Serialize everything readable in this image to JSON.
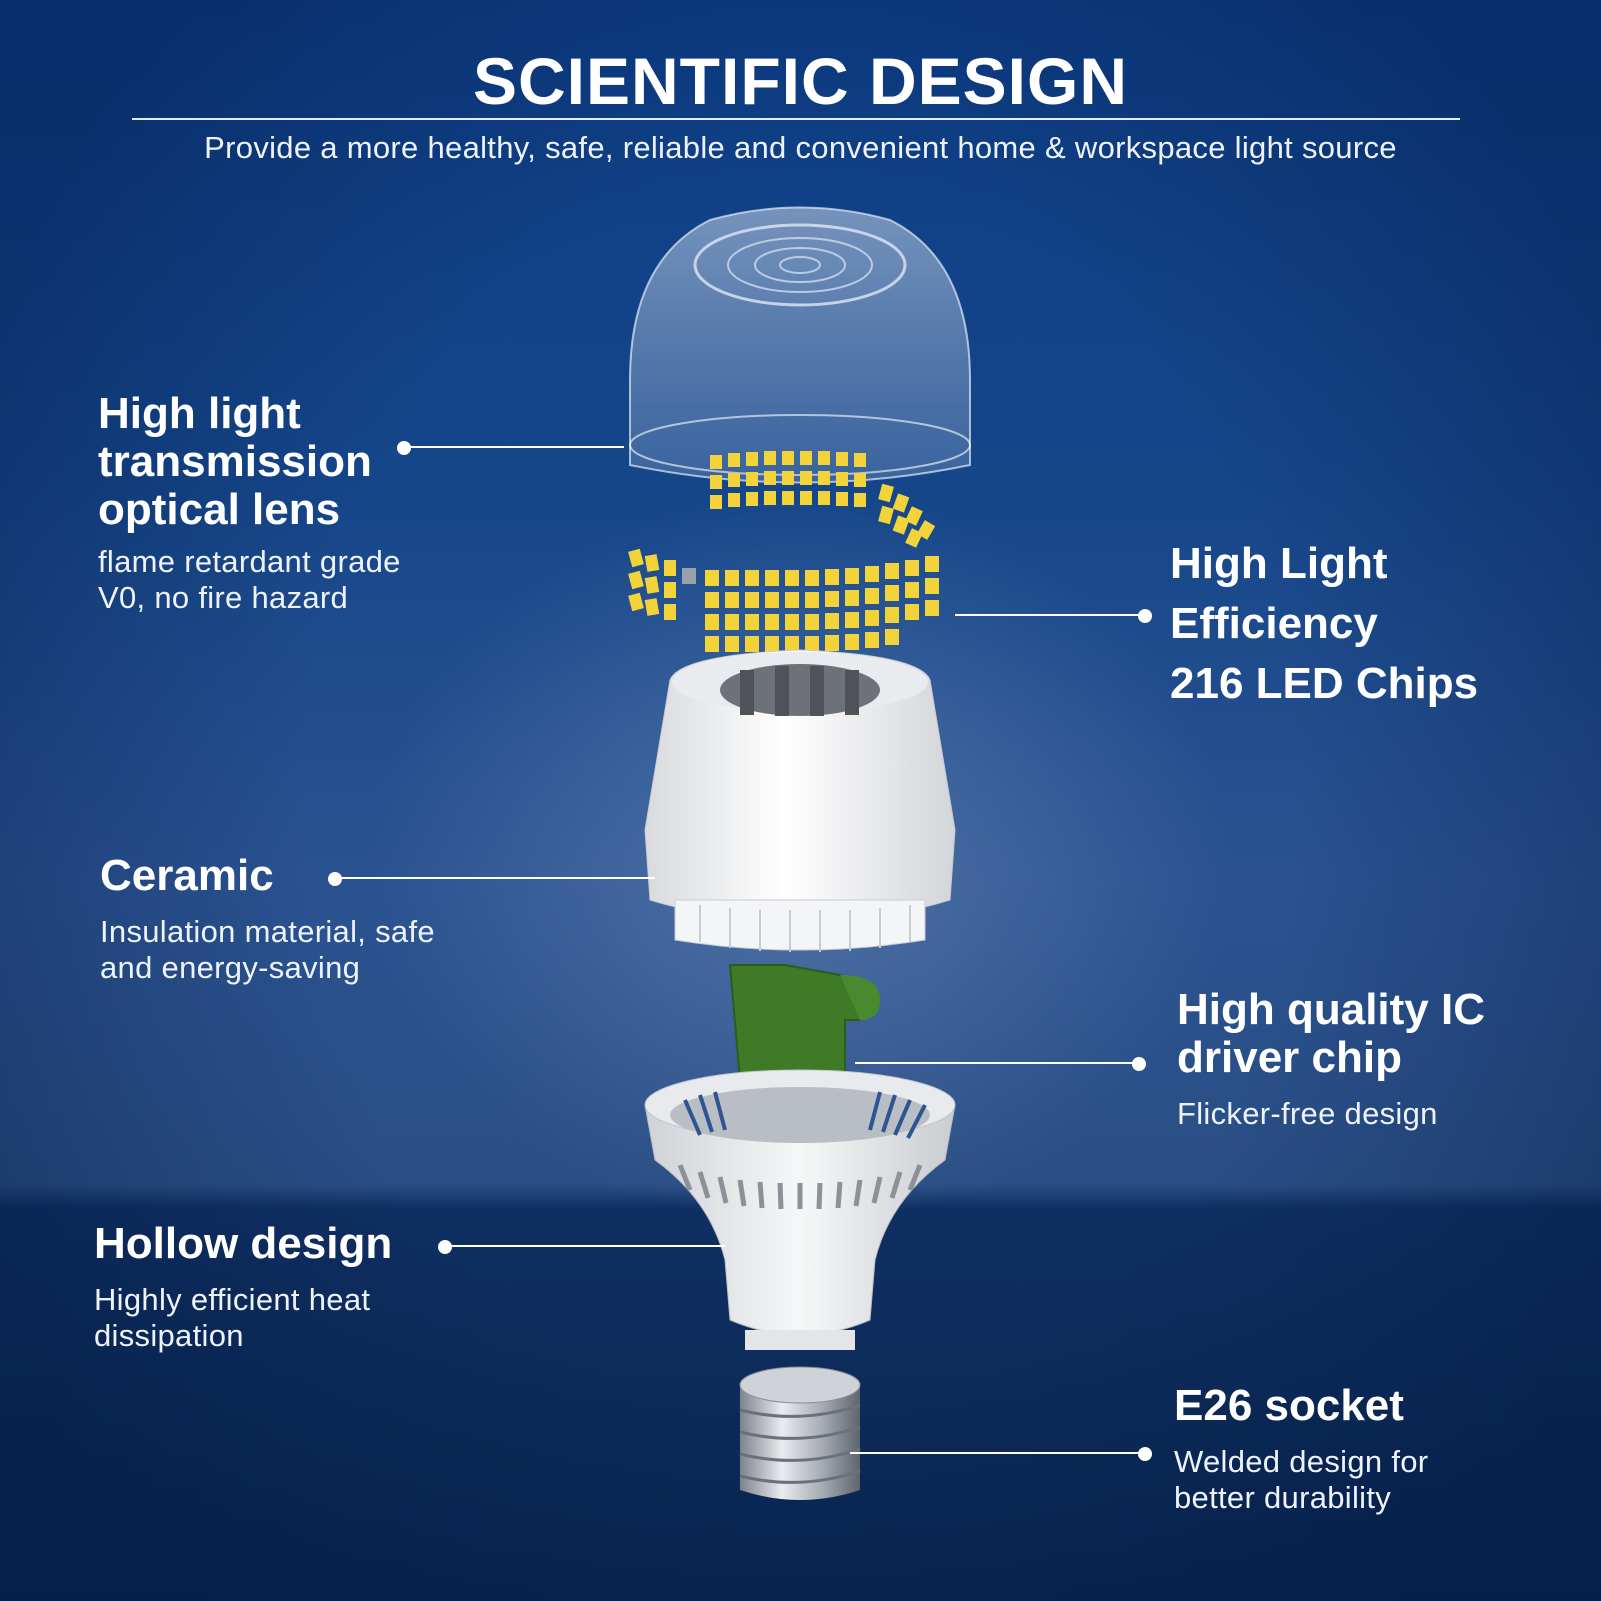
{
  "header": {
    "title": "SCIENTIFIC DESIGN",
    "subtitle": "Provide a more healthy, safe, reliable and convenient home & workspace light source"
  },
  "callouts": {
    "lens": {
      "title": "High light\ntransmission\noptical lens",
      "desc": "flame retardant grade\nV0, no fire hazard",
      "icon": "dot-leader"
    },
    "led": {
      "title": "High Light\nEfficiency\n216 LED Chips",
      "icon": "dot-leader"
    },
    "ceramic": {
      "title": "Ceramic",
      "desc": "Insulation material, safe\nand energy-saving",
      "icon": "dot-leader"
    },
    "driver": {
      "title": "High quality IC\ndriver chip",
      "desc": "Flicker-free design",
      "icon": "dot-leader"
    },
    "hollow": {
      "title": "Hollow design",
      "desc": "Highly efficient heat\ndissipation",
      "icon": "dot-leader"
    },
    "socket": {
      "title": "E26 socket",
      "desc": "Welded design for\nbetter durability",
      "icon": "dot-leader"
    }
  },
  "illustration": {
    "subject": "exploded-led-bulb",
    "parts": [
      "optical-lens",
      "led-chip-ring",
      "ceramic-housing",
      "ic-driver-board",
      "hollow-heat-sink",
      "e26-screw-base"
    ],
    "led_chip_count": "216"
  },
  "colors": {
    "background_top": "#0d3d85",
    "background_mid": "#2a5290",
    "background_bottom": "#0a2553",
    "text": "#ffffff",
    "led_yellow": "#f2d43a",
    "driver_green": "#3f7a27",
    "ceramic_white": "#f1f2f4"
  }
}
